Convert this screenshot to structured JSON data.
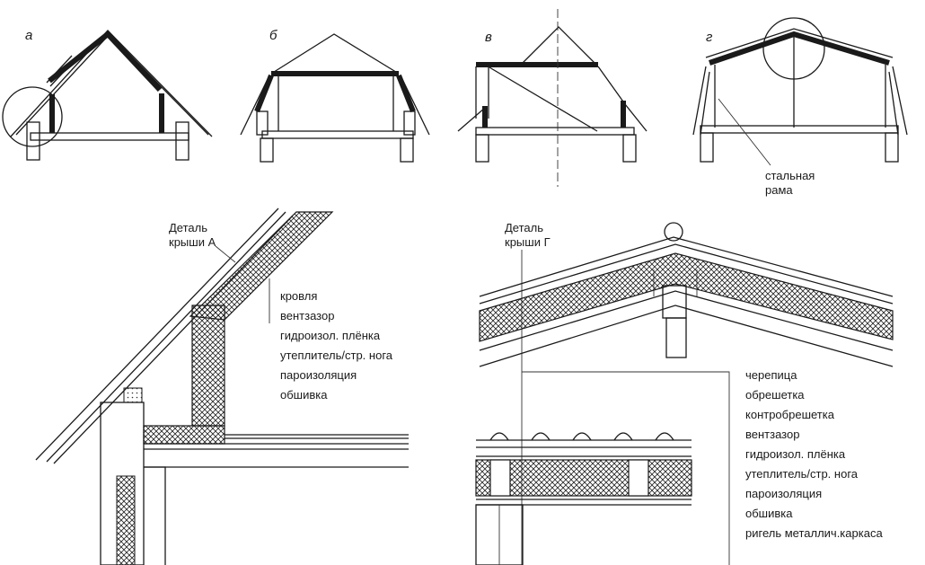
{
  "variants": {
    "a": "а",
    "b": "б",
    "v": "в",
    "g": "г"
  },
  "steel_frame_label": [
    "стальная",
    "рама"
  ],
  "detail_a": {
    "title": [
      "Деталь",
      "крыши А"
    ],
    "layers": [
      "кровля",
      "вентзазор",
      "гидроизол. плёнка",
      "утеплитель/стр. нога",
      "пароизоляция",
      "обшивка"
    ]
  },
  "detail_g": {
    "title": [
      "Деталь",
      "крыши Г"
    ],
    "layers": [
      "черепица",
      "обрешетка",
      "контробрешетка",
      "вентзазор",
      "гидроизол. плёнка",
      "утеплитель/стр. нога",
      "пароизоляция",
      "обшивка",
      "ригель металлич.каркаса"
    ]
  }
}
